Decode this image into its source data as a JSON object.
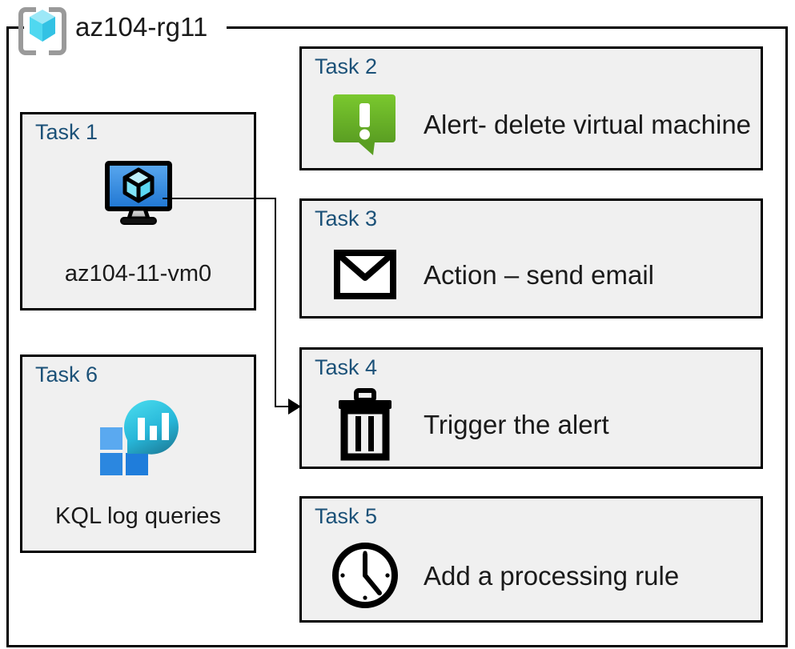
{
  "diagram": {
    "title": "az104-rg11",
    "title_icon": "azure-resource-group-icon",
    "accent_label_color": "#1b5178",
    "card_background": "#f0f0f0",
    "border_color": "#000000"
  },
  "connector": {
    "name": "vm-to-trigger-connector",
    "from": "Task 1",
    "to": "Task 4",
    "arrow": "arrow-right"
  },
  "cards": [
    {
      "id": "task-1",
      "label": "Task 1",
      "text": "az104-11-vm0",
      "icon": "virtual-machine-icon",
      "layout": "vertical"
    },
    {
      "id": "task-2",
      "label": "Task 2",
      "text": "Alert- delete virtual machine",
      "icon": "alert-bubble-icon",
      "layout": "horizontal"
    },
    {
      "id": "task-3",
      "label": "Task 3",
      "text": "Action – send email",
      "icon": "envelope-icon",
      "layout": "horizontal"
    },
    {
      "id": "task-4",
      "label": "Task 4",
      "text": "Trigger the alert",
      "icon": "trash-can-icon",
      "layout": "horizontal"
    },
    {
      "id": "task-5",
      "label": "Task 5",
      "text": "Add a processing rule",
      "icon": "clock-icon",
      "layout": "horizontal"
    },
    {
      "id": "task-6",
      "label": "Task 6",
      "text": "KQL log queries",
      "icon": "log-analytics-icon",
      "layout": "vertical"
    }
  ]
}
